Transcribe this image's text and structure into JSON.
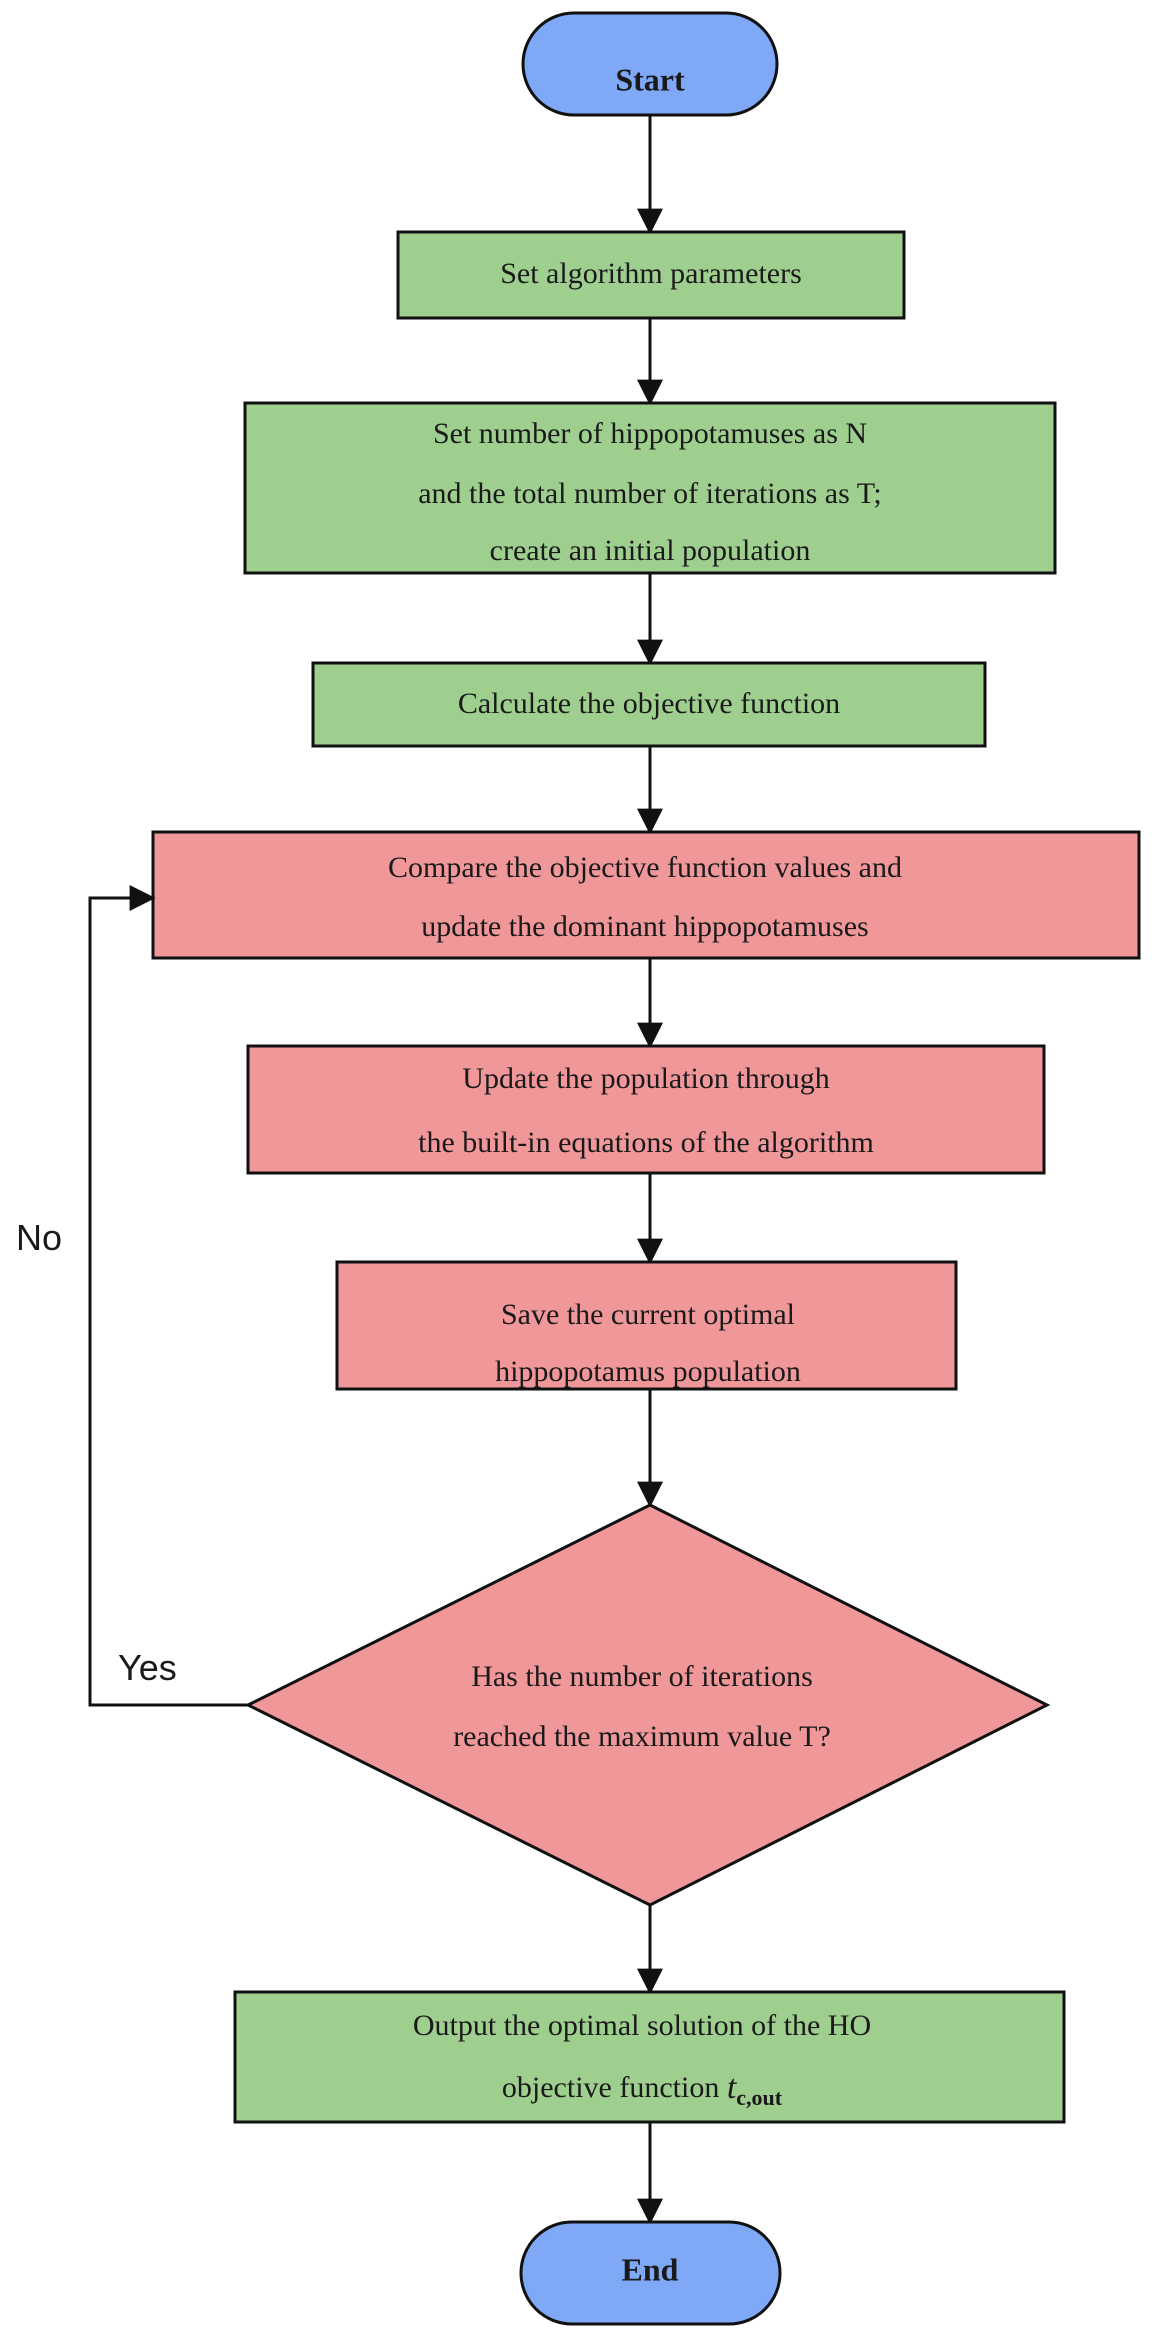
{
  "colors": {
    "terminal_fill": "#7fa9f7",
    "process_green": "#9fcf8f",
    "process_red": "#f0979a",
    "stroke": "#111111"
  },
  "nodes": {
    "start": {
      "label": "Start"
    },
    "set_params": {
      "label": "Set algorithm parameters"
    },
    "init_population": {
      "lines": [
        "Set number of hippopotamuses as N",
        "and the total number of iterations as T;",
        "create an initial population"
      ]
    },
    "calc_objective": {
      "label": "Calculate the objective function"
    },
    "compare_update": {
      "lines": [
        "Compare the objective function values and",
        "update the dominant hippopotamuses"
      ]
    },
    "update_population": {
      "lines": [
        "Update the population through",
        "the built-in equations of the algorithm"
      ]
    },
    "save_optimal": {
      "lines": [
        "Save the current optimal",
        "hippopotamus population"
      ]
    },
    "decision": {
      "lines": [
        "Has the number of iterations",
        "reached the maximum value T?"
      ]
    },
    "output": {
      "line1": "Output the optimal solution of the HO",
      "line2_prefix": "objective function ",
      "symbol": "t",
      "subscript": "c,out"
    },
    "end": {
      "label": "End"
    }
  },
  "edges": {
    "no_label": "No",
    "yes_label": "Yes"
  }
}
